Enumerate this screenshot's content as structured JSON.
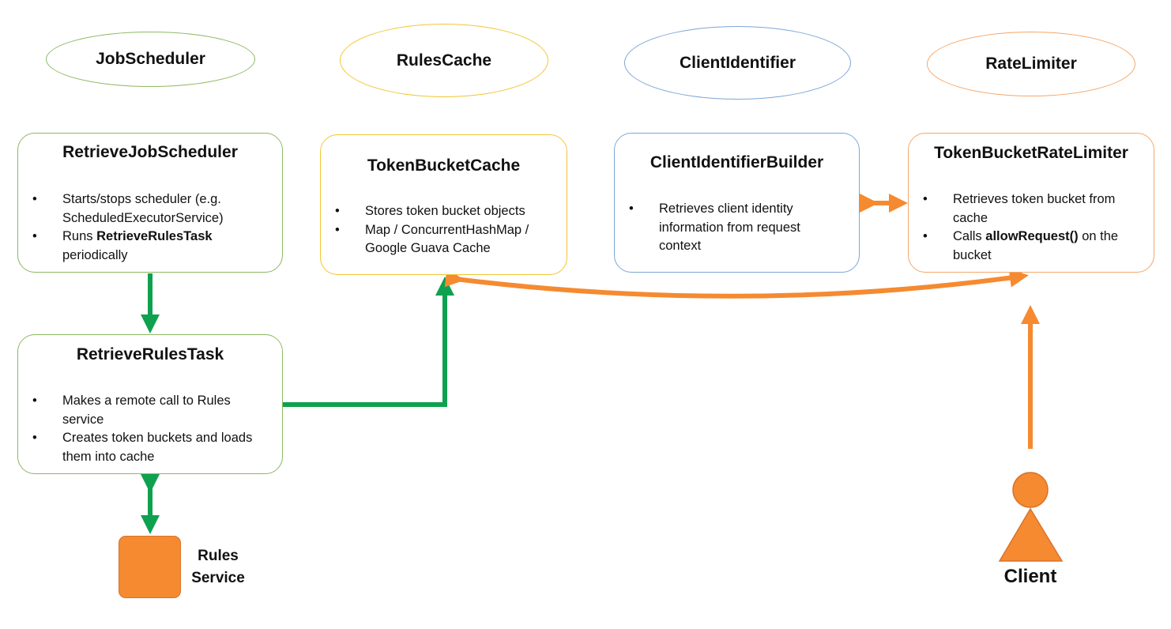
{
  "components": [
    {
      "name": "JobScheduler",
      "color": "#8cb862"
    },
    {
      "name": "RulesCache",
      "color": "#f2c533"
    },
    {
      "name": "ClientIdentifier",
      "color": "#7da6d6"
    },
    {
      "name": "RateLimiter",
      "color": "#f4a76a"
    }
  ],
  "boxes": {
    "retrieve_job_scheduler": {
      "title": "RetrieveJobScheduler",
      "bullet1": "Starts/stops scheduler (e.g. ScheduledExecutorService)",
      "bullet2_prefix": "Runs ",
      "bullet2_bold": "RetrieveRulesTask",
      "bullet2_suffix": " periodically"
    },
    "token_bucket_cache": {
      "title": "TokenBucketCache",
      "bullet1": "Stores token bucket objects",
      "bullet2": "Map / ConcurrentHashMap / Google Guava Cache"
    },
    "client_identifier_builder": {
      "title": "ClientIdentifierBuilder",
      "bullet1": "Retrieves client identity information from request context"
    },
    "token_bucket_rate_limiter": {
      "title": "TokenBucketRateLimiter",
      "bullet1": "Retrieves token bucket from cache",
      "bullet2_prefix": "Calls ",
      "bullet2_bold": "allowRequest()",
      "bullet2_suffix": " on the bucket"
    },
    "retrieve_rules_task": {
      "title": "RetrieveRulesTask",
      "bullet1": "Makes a remote call to Rules service",
      "bullet2": "Creates token buckets and loads them into cache"
    }
  },
  "rules_service": {
    "line1": "Rules",
    "line2": "Service",
    "color": "#f58a30"
  },
  "client": {
    "label": "Client",
    "color": "#f58a30"
  },
  "arrow_colors": {
    "green": "#0ea14f",
    "orange": "#f58a30"
  }
}
